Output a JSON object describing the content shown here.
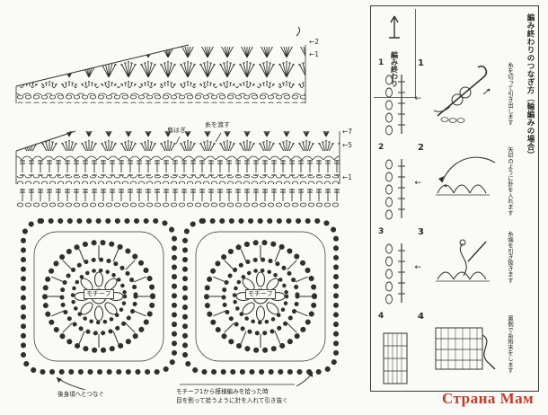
{
  "icons": {
    "arrow_left": "←",
    "arrow_up": "↑"
  },
  "watermark": {
    "text": "Страна Мам"
  },
  "charts": {
    "top": {
      "row_numbers": [
        "2",
        "1"
      ]
    },
    "mid": {
      "row_numbers": [
        "7",
        "5",
        "1"
      ],
      "shoulder_note": "肩はぎ",
      "carry_note": "糸を渡す"
    },
    "motif_label": "モチーフ",
    "notes": {
      "left": "後身頃へとつなぐ",
      "center_line1": "モチーフ1から模様編みを拾った時",
      "center_line2": "目を割って拾うように針を入れて引き抜く"
    }
  },
  "panel": {
    "title": "編み終わりのつなぎ方（輪編みの場合）",
    "legend_label": "編み終わり",
    "steps": [
      {
        "number": "1",
        "caption": "糸を切って引き出します"
      },
      {
        "number": "2",
        "caption": "矢印のように針を入れます"
      },
      {
        "number": "3",
        "caption": "糸端を引き抜きます"
      },
      {
        "number": "4",
        "caption": "裏側で糸始末をします"
      }
    ]
  }
}
